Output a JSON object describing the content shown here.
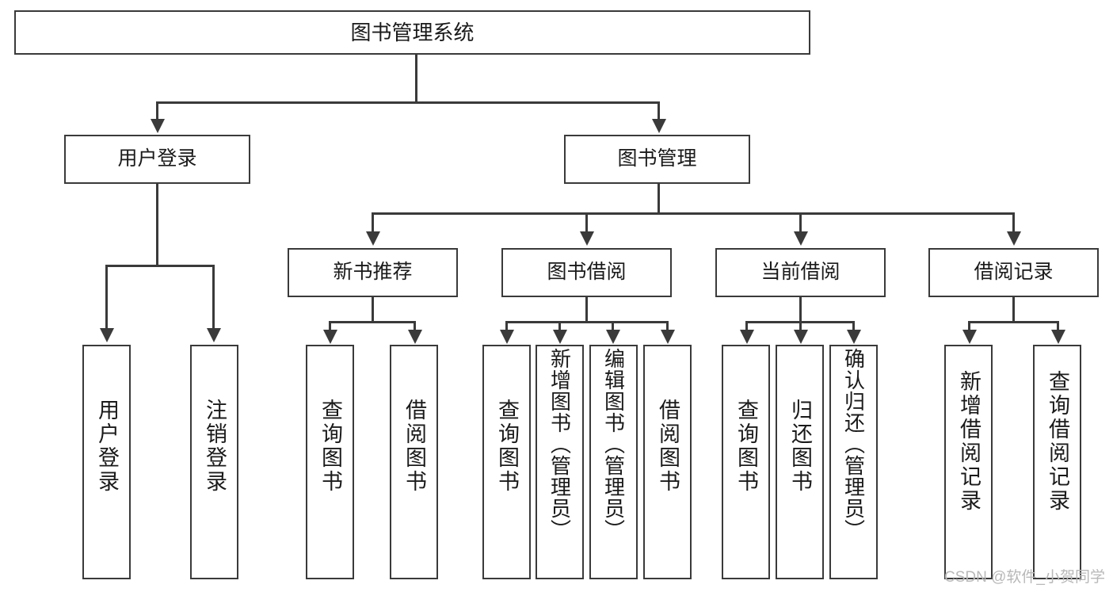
{
  "diagram": {
    "type": "tree",
    "title": "图书管理系统",
    "orientation": "top-down",
    "colors": {
      "box_border": "#3a3a3a",
      "box_fill": "#ffffff",
      "connector": "#3a3a3a",
      "text": "#1a1a1a",
      "watermark": "#b8b8b8",
      "background": "#ffffff"
    },
    "root": {
      "label": "图书管理系统"
    },
    "level1": [
      {
        "label": "用户登录"
      },
      {
        "label": "图书管理"
      }
    ],
    "level2": [
      {
        "label": "新书推荐"
      },
      {
        "label": "图书借阅"
      },
      {
        "label": "当前借阅"
      },
      {
        "label": "借阅记录"
      }
    ],
    "leaves": {
      "user_login": [
        {
          "label": "用户登录"
        },
        {
          "label": "注销登录"
        }
      ],
      "new_book_recommend": [
        {
          "label": "查询图书"
        },
        {
          "label": "借阅图书"
        }
      ],
      "book_borrow": [
        {
          "label": "查询图书"
        },
        {
          "label": "新增图书（管理员）"
        },
        {
          "label": "编辑图书（管理员）"
        },
        {
          "label": "借阅图书"
        }
      ],
      "current_borrow": [
        {
          "label": "查询图书"
        },
        {
          "label": "归还图书"
        },
        {
          "label": "确认归还（管理员）"
        }
      ],
      "borrow_record": [
        {
          "label": "新增借阅记录"
        },
        {
          "label": "查询借阅记录"
        }
      ]
    }
  },
  "watermark": {
    "text": "CSDN @软件_小贺同学"
  }
}
